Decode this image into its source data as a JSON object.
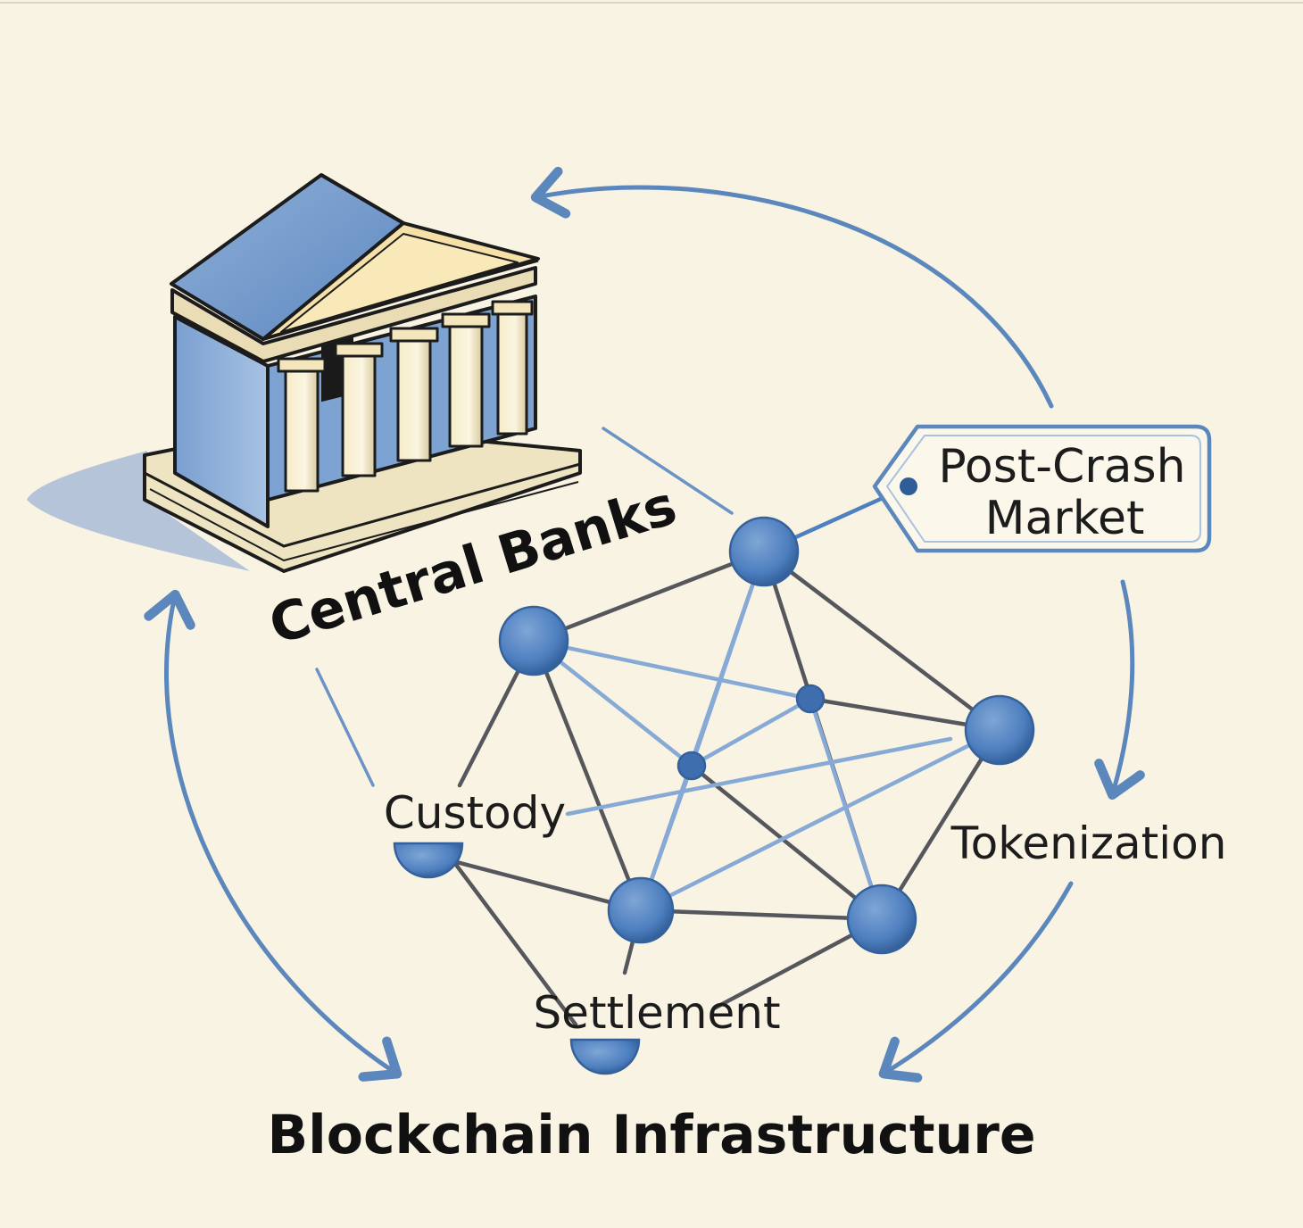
{
  "labels": {
    "central_banks": "Central Banks",
    "post_crash_line1": "Post-Crash",
    "post_crash_line2": "Market",
    "custody": "Custody",
    "tokenization": "Tokenization",
    "settlement": "Settlement",
    "blockchain": "Blockchain Infrastructure"
  },
  "colors": {
    "background": "#f8f3e3",
    "accent_blue": "#5b87bd",
    "node_blue": "#4e7fbf",
    "pediment_yellow": "#f5e1a8",
    "dark_line": "#55575c",
    "text": "#111111"
  },
  "icons": {
    "building": "bank-building-icon",
    "tag": "price-tag-icon"
  }
}
